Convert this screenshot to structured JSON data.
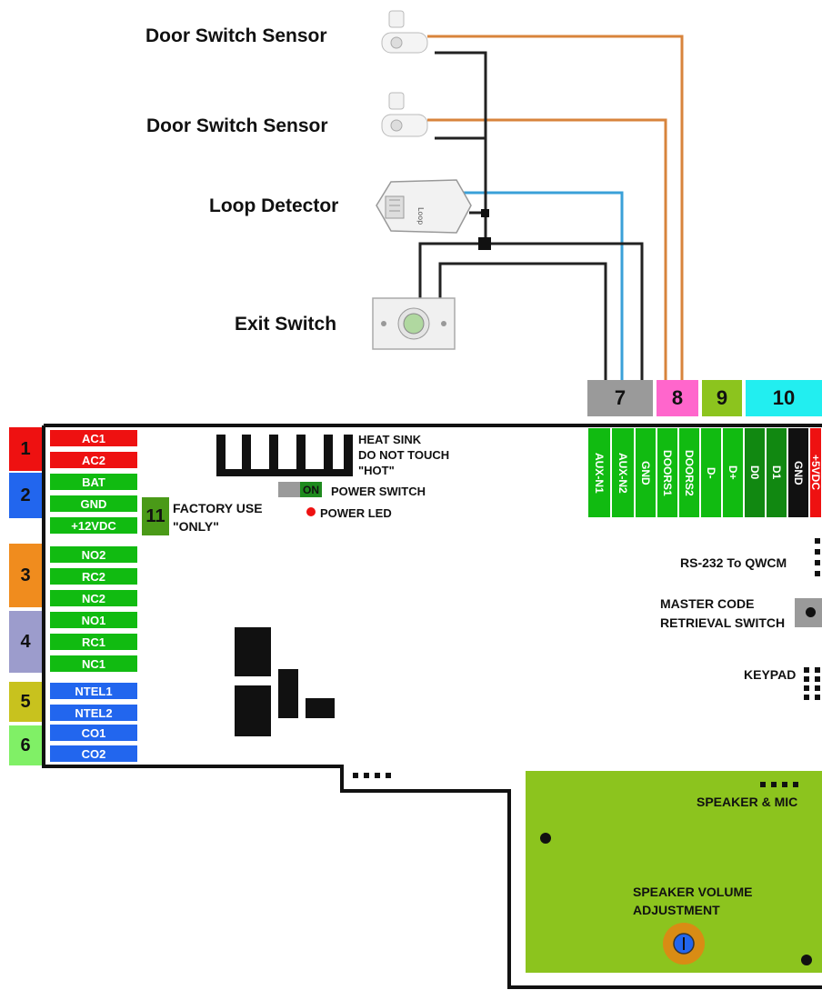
{
  "devices": {
    "sensor1": "Door Switch Sensor",
    "sensor2": "Door Switch Sensor",
    "loop": "Loop Detector",
    "exit": "Exit Switch"
  },
  "top_connectors": [
    "7",
    "8",
    "9",
    "10"
  ],
  "vertical_terminals": [
    "AUX-N1",
    "AUX-N2",
    "GND",
    "DOORS1",
    "DOORS2",
    "D-",
    "D+",
    "D0",
    "D1",
    "GND",
    "+5VDC"
  ],
  "left_groups": [
    "1",
    "2",
    "3",
    "4",
    "5",
    "6"
  ],
  "left_terminals": [
    "AC1",
    "AC2",
    "BAT",
    "GND",
    "+12VDC",
    "NO2",
    "RC2",
    "NC2",
    "NO1",
    "RC1",
    "NC1",
    "NTEL1",
    "NTEL2",
    "CO1",
    "CO2"
  ],
  "board": {
    "heat_sink": "HEAT SINK",
    "do_not_touch": "DO NOT TOUCH",
    "hot": "\"HOT\"",
    "on": "ON",
    "power_switch": "POWER SWITCH",
    "power_led": "POWER LED",
    "factory_num": "11",
    "factory_use": "FACTORY USE",
    "only": "\"ONLY\"",
    "rs232": "RS-232 To QWCM",
    "master1": "MASTER CODE",
    "master2": "RETRIEVAL SWITCH",
    "keypad": "KEYPAD"
  },
  "speaker": {
    "speaker_mic": "SPEAKER & MIC",
    "vol1": "SPEAKER VOLUME",
    "vol2": "ADJUSTMENT"
  },
  "colors": {
    "red": "#ee1111",
    "green": "#11bb11",
    "blue": "#2266ee",
    "orange": "#f08c1e",
    "lavender": "#9c9ccc",
    "olive": "#c8c21e",
    "lightgreen": "#80f066",
    "gray": "#9a9a9a",
    "pink": "#ff66cc",
    "lime": "#8cc41e",
    "cyan": "#22eef0",
    "speaker_board": "#8cc41e",
    "wire_orange": "#d8843c",
    "wire_blue": "#3aa0d8"
  }
}
